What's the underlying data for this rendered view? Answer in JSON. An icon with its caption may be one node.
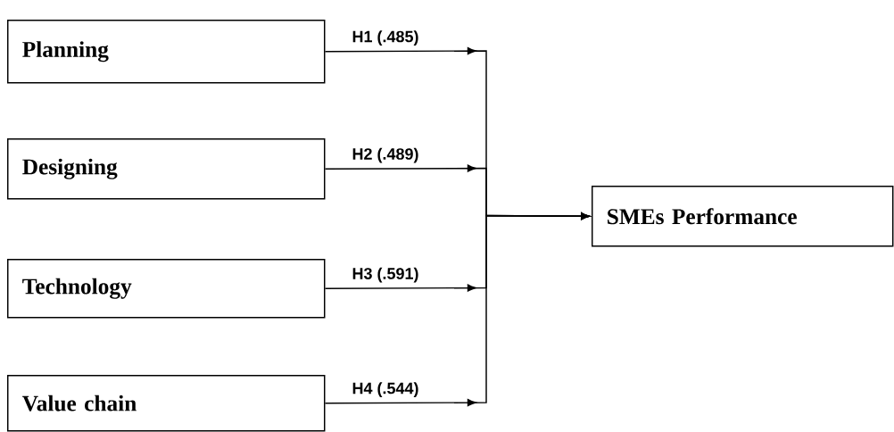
{
  "diagram": {
    "nodes": [
      {
        "text": [
          "Planning"
        ]
      },
      {
        "text": [
          "Designing"
        ]
      },
      {
        "text": [
          "Technology"
        ]
      },
      {
        "text": [
          "Value chain"
        ]
      },
      {
        "text": [
          "SMEs Performance"
        ]
      }
    ],
    "edges": [
      {
        "from": 0,
        "to": 4,
        "arrow": "to",
        "label": "H1 (.485)"
      },
      {
        "from": 1,
        "to": 4,
        "arrow": "to",
        "label": "H2  (.489)"
      },
      {
        "from": 2,
        "to": 4,
        "arrow": "to",
        "label": "H3  (.591)"
      },
      {
        "from": 3,
        "to": 4,
        "arrow": "to",
        "label": "H4 (.544)"
      }
    ]
  }
}
